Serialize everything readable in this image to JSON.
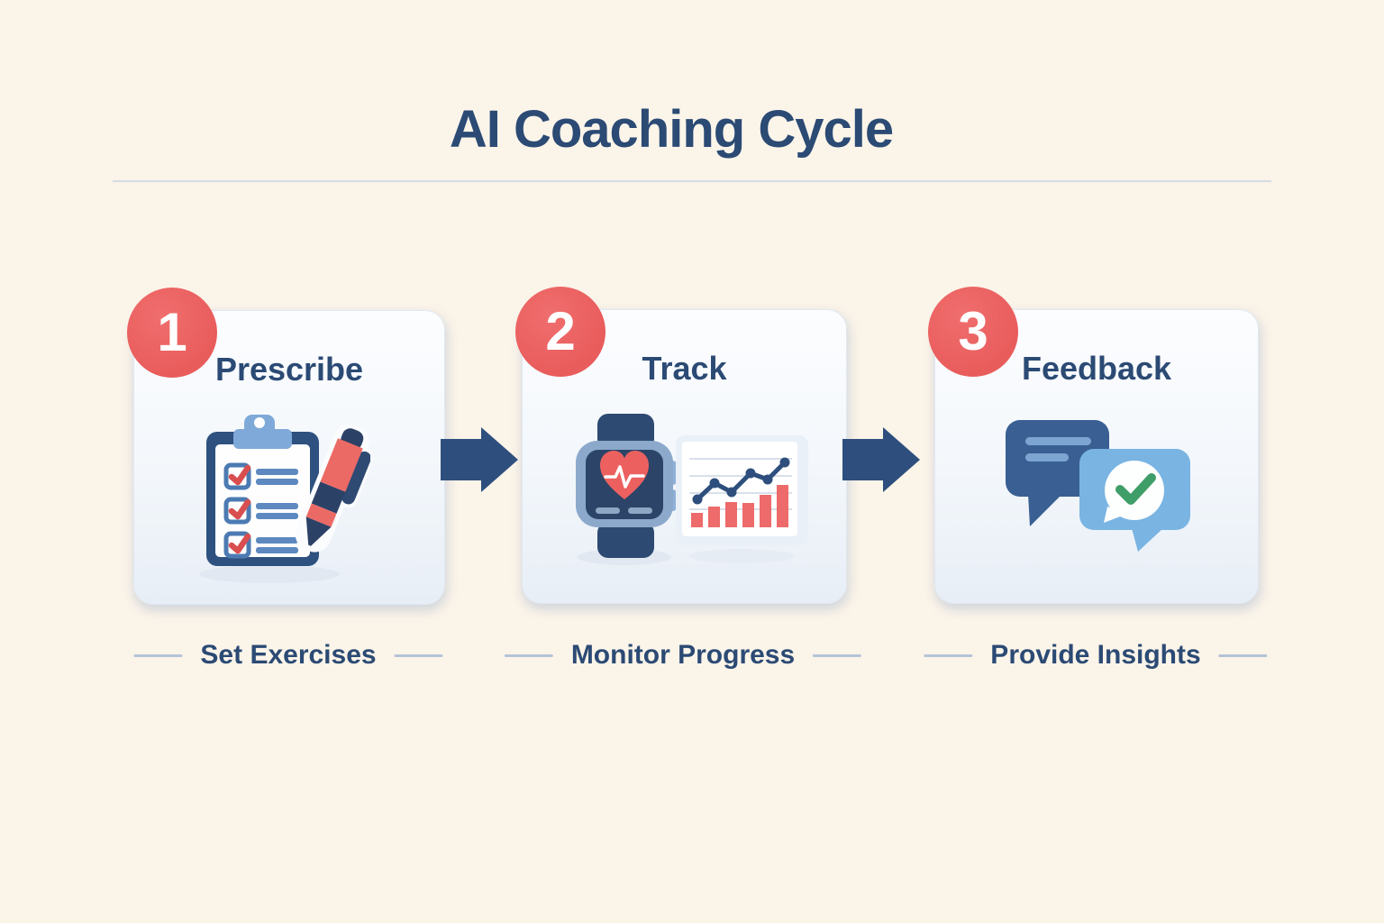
{
  "header": {
    "title": "AI Coaching Cycle"
  },
  "steps": [
    {
      "number": "1",
      "title": "Prescribe",
      "caption": "Set Exercises",
      "icon": "clipboard-checklist-pen-icon"
    },
    {
      "number": "2",
      "title": "Track",
      "caption": "Monitor Progress",
      "icon": "smartwatch-heartrate-chart-icon"
    },
    {
      "number": "3",
      "title": "Feedback",
      "caption": "Provide Insights",
      "icon": "chat-bubbles-check-icon"
    }
  ],
  "connectors": [
    {
      "icon": "arrow-right-icon"
    },
    {
      "icon": "arrow-right-icon"
    }
  ],
  "colors": {
    "background": "#fbf4e9",
    "navy_text": "#2b4a74",
    "badge_red": "#e95c5c",
    "arrow_navy": "#2e4f7d",
    "coral": "#ec6a66",
    "clip_blue": "#7ea9d8",
    "green_check": "#3f9e68"
  }
}
